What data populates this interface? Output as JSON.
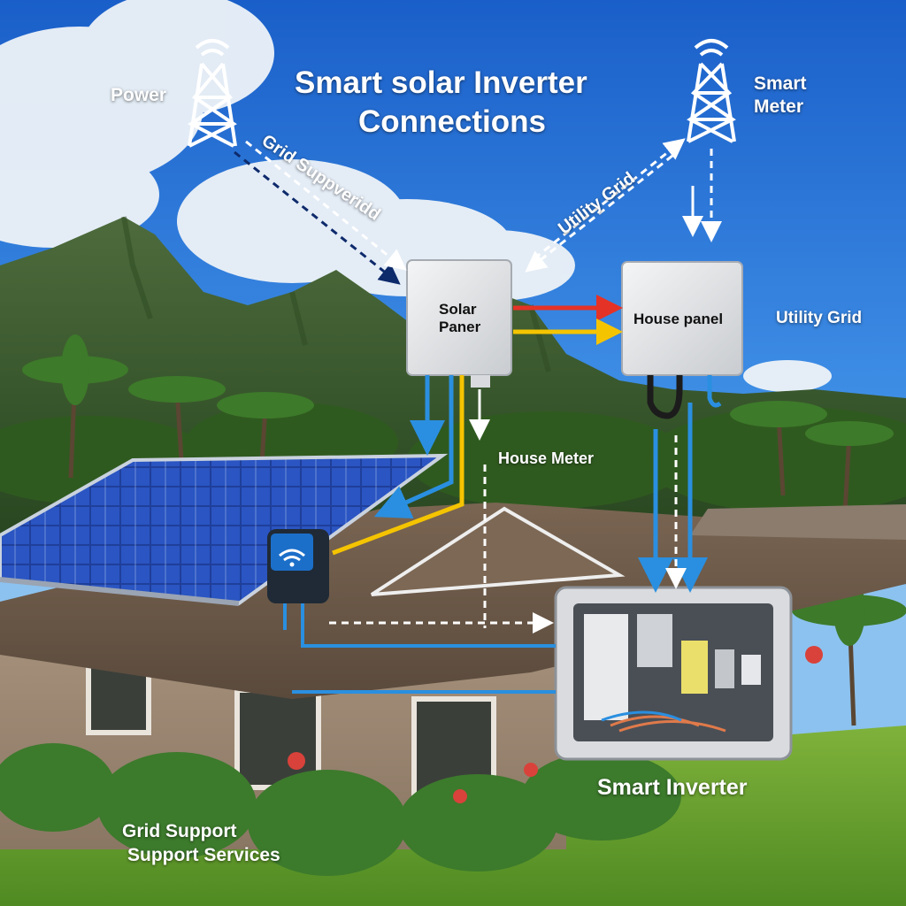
{
  "diagram": {
    "title_line1": "Smart solar Inverter",
    "title_line2": "Connections",
    "labels": {
      "power": "Power",
      "smart_meter_line1": "Smart",
      "smart_meter_line2": "Meter",
      "grid_support_arrow": "Grid Suppveridd",
      "utility_grid_arrow": "Utility Grid",
      "solar_box_line1": "Solar",
      "solar_box_line2": "Paner",
      "house_panel": "House panel",
      "utility_grid_right": "Utility Grid",
      "house_meter": "House Meter",
      "smart_inverter": "Smart Inverter",
      "grid_support_line1": "Grid Support",
      "grid_support_line2": "Support Services"
    },
    "icons": [
      "wifi-icon",
      "power-tower-icon",
      "wifi-device-icon"
    ],
    "colors": {
      "sky": "#1f6fd6",
      "flow_red": "#e53226",
      "flow_yellow": "#f5c400",
      "flow_blue": "#2a8fe0",
      "flow_dark": "#0d2a6b",
      "dashed_white": "#ffffff"
    }
  }
}
